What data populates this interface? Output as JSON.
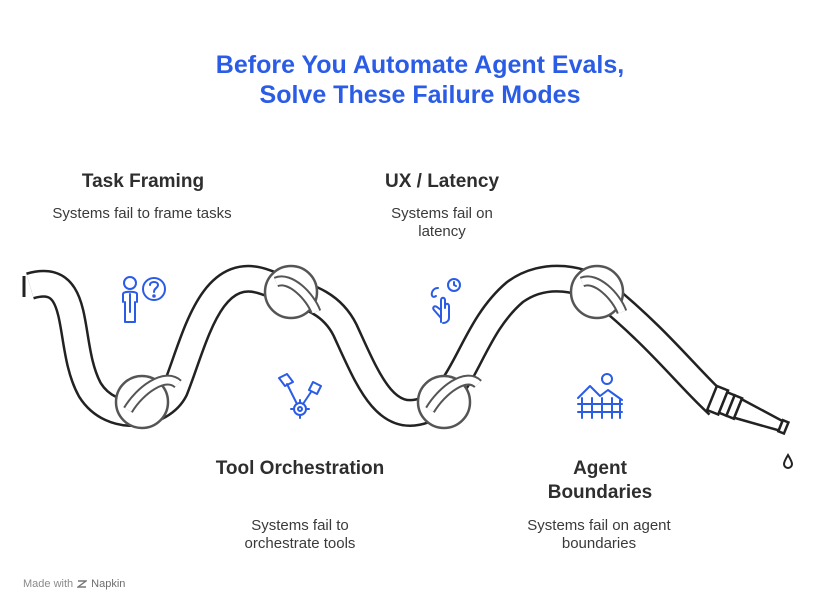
{
  "title": {
    "line1": "Before You Automate Agent Evals,",
    "line2": "Solve These Failure Modes"
  },
  "steps": [
    {
      "id": "task-framing",
      "heading": "Task Framing",
      "description": "Systems fail to frame tasks",
      "icon": "person-question-icon",
      "position": "top"
    },
    {
      "id": "tool-orchestration",
      "heading": "Tool Orchestration",
      "description": "Systems fail to orchestrate tools",
      "icon": "tools-icon",
      "position": "bottom"
    },
    {
      "id": "ux-latency",
      "heading": "UX / Latency",
      "description": "Systems fail on latency",
      "icon": "tap-clock-icon",
      "position": "top"
    },
    {
      "id": "agent-boundaries",
      "heading": "Agent Boundaries",
      "description": "Systems fail on agent boundaries",
      "icon": "fence-landscape-icon",
      "position": "bottom"
    }
  ],
  "footer": {
    "made_with": "Made with",
    "brand": "Napkin"
  },
  "colors": {
    "title": "#2b5ce6",
    "icon": "#2b5ce6",
    "heading": "#2e2e2e",
    "hose": "#222222"
  }
}
